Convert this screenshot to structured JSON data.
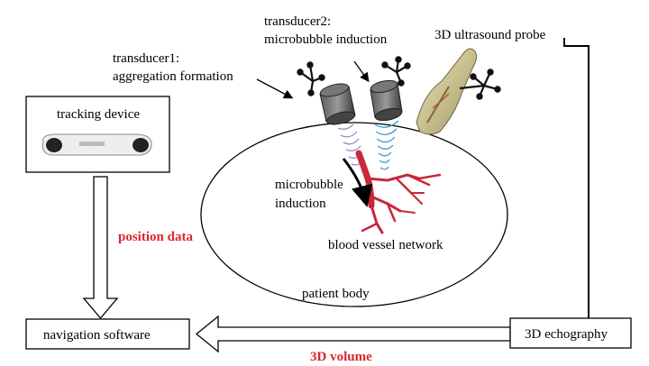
{
  "labels": {
    "transducer1_line1": "transducer1:",
    "transducer1_line2": "aggregation formation",
    "transducer2_line1": "transducer2:",
    "transducer2_line2": "microbubble induction",
    "probe": "3D ultrasound probe",
    "tracking_device": "tracking device",
    "induction_line1": "microbubble",
    "induction_line2": "induction",
    "vessel_network": "blood vessel network",
    "patient_body": "patient body",
    "navigation_software": "navigation software",
    "echography": "3D echography",
    "position_data": "position data",
    "volume": "3D volume"
  },
  "colors": {
    "vessel": "#c8283a",
    "accent_text": "#d8282f",
    "wave_transducer1": "#9a8ac8",
    "wave_transducer2": "#3c9ad0"
  }
}
